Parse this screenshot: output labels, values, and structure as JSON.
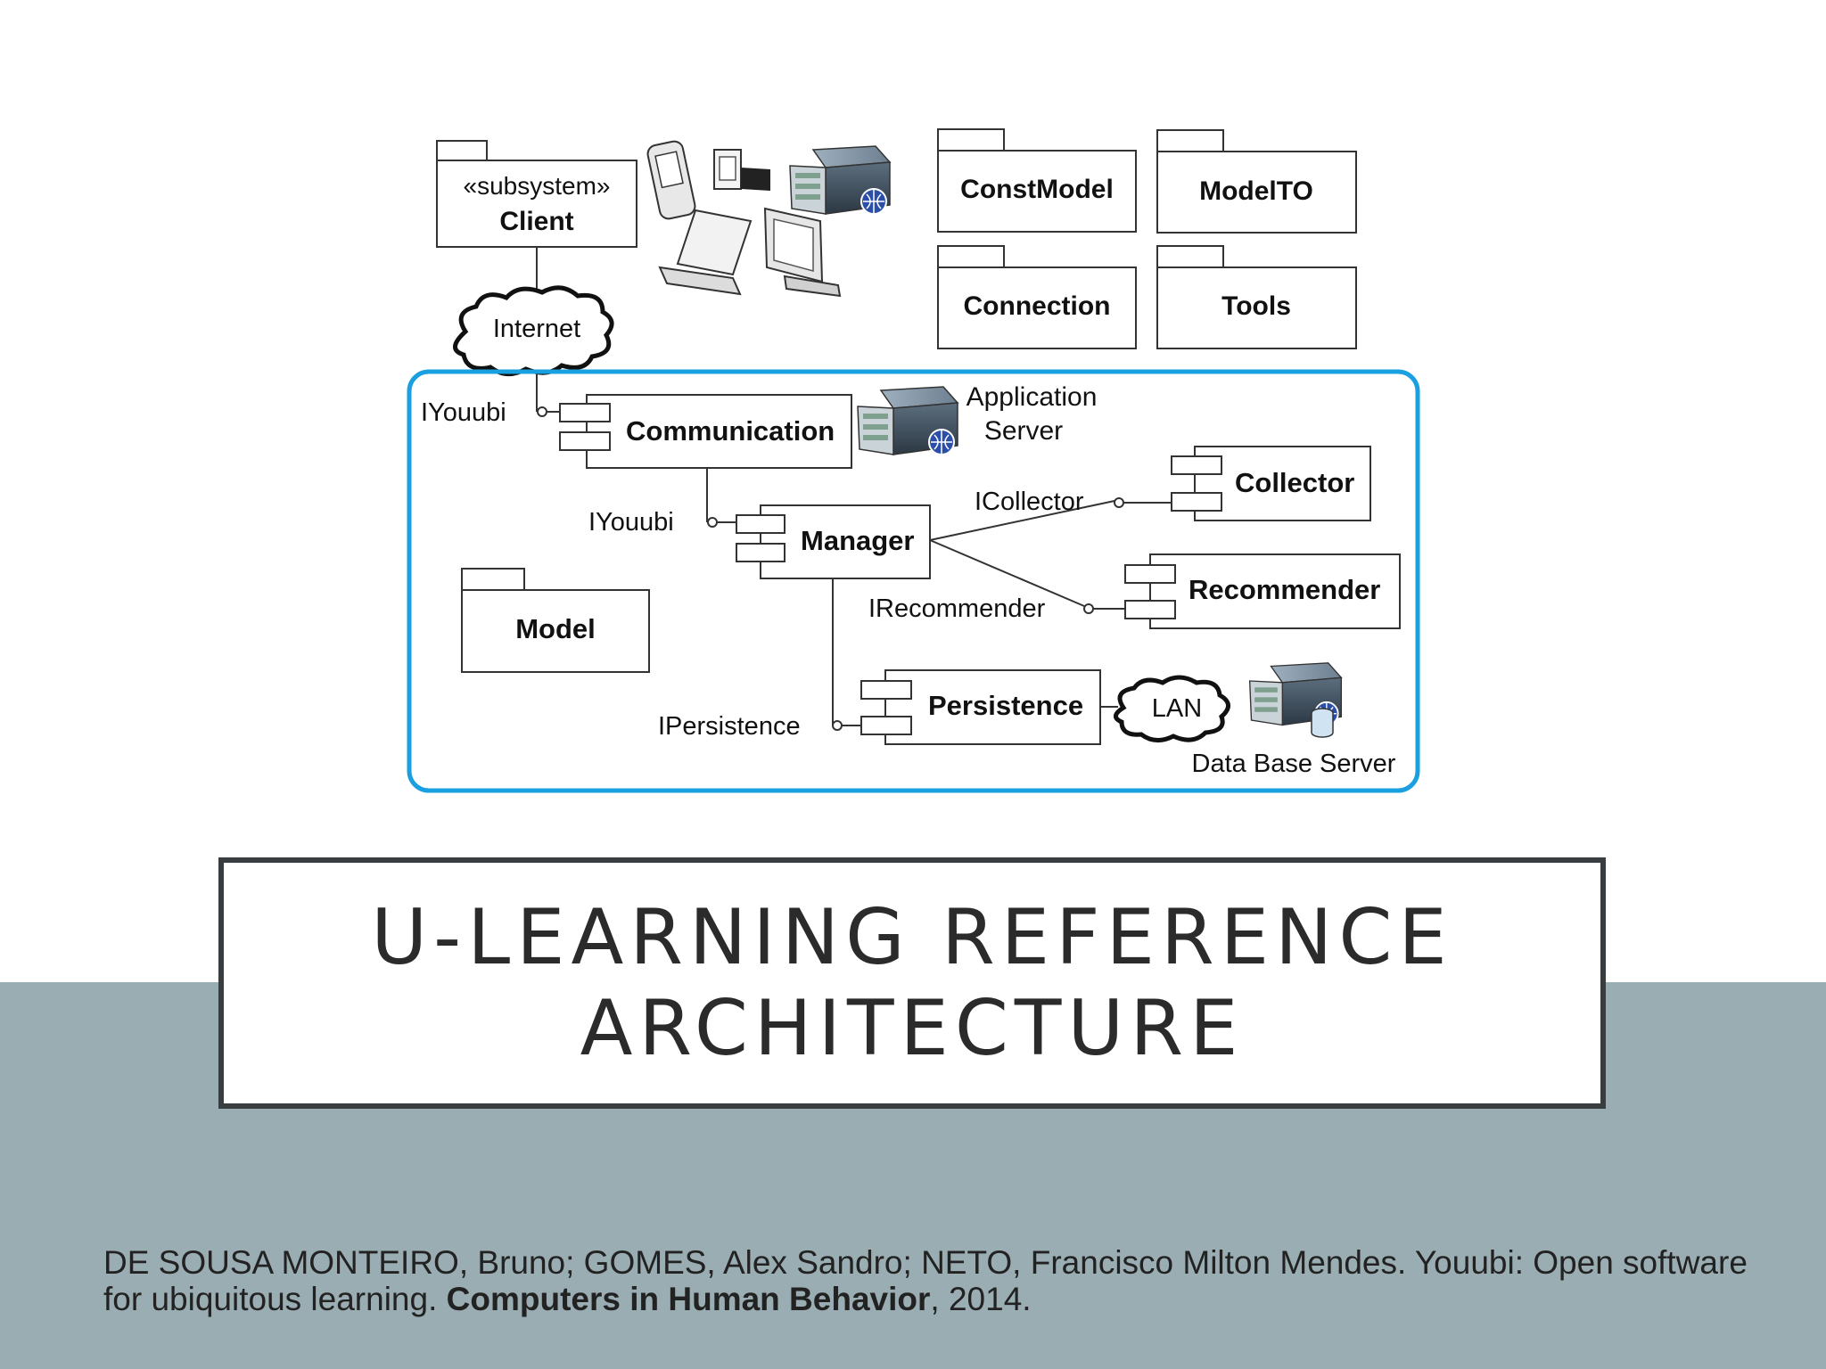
{
  "diagram": {
    "client": {
      "stereotype": "«subsystem»",
      "name": "Client"
    },
    "packages": {
      "constmodel": "ConstModel",
      "modelto": "ModelTO",
      "connection": "Connection",
      "tools": "Tools",
      "model": "Model"
    },
    "clouds": {
      "internet": "Internet",
      "lan": "LAN"
    },
    "components": {
      "communication": "Communication",
      "manager": "Manager",
      "collector": "Collector",
      "recommender": "Recommender",
      "persistence": "Persistence"
    },
    "interfaces": {
      "iyouubi_top": "IYouubi",
      "iyouubi_manager": "IYouubi",
      "icollector": "ICollector",
      "irecommender": "IRecommender",
      "ipersistence": "IPersistence"
    },
    "servers": {
      "application_line1": "Application",
      "application_line2": "Server",
      "database": "Data Base Server"
    },
    "boundary_color": "#1aa0e0"
  },
  "title": {
    "line1": "U-LEARNING REFERENCE",
    "line2": "ARCHITECTURE"
  },
  "citation": {
    "authors": "DE SOUSA MONTEIRO, Bruno; GOMES, Alex Sandro; NETO, Francisco Milton Mendes. Youubi: Open software for ubiquitous learning. ",
    "journal": "Computers in Human Behavior",
    "year": ", 2014."
  },
  "colors": {
    "band": "#9aadb3",
    "title_border": "#3a3d40"
  }
}
